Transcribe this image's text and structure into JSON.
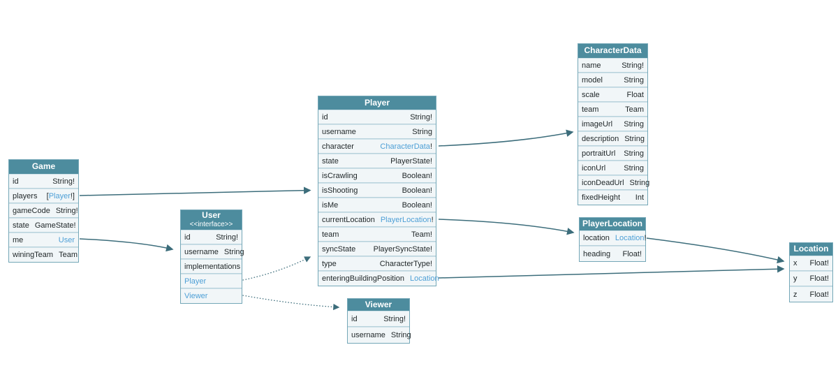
{
  "diagram": {
    "kind": "graphql-schema-class-diagram",
    "colors": {
      "header_bg": "#4d8c9e",
      "header_text": "#ffffff",
      "row_bg": "#f1f6f8",
      "row_border": "#b8d2dc",
      "table_border": "#74a7b7",
      "link_text": "#4d9fd6",
      "arrow": "#3c6d7b",
      "field_text": "#1e2527"
    }
  },
  "tables": [
    {
      "id": "game",
      "title": "Game",
      "fields": [
        {
          "name": "id",
          "type": "String!"
        },
        {
          "name": "players",
          "type": "[Player!]",
          "link": "Player"
        },
        {
          "name": "gameCode",
          "type": "String!"
        },
        {
          "name": "state",
          "type": "GameState!"
        },
        {
          "name": "me",
          "type": "User",
          "link": "User"
        },
        {
          "name": "winingTeam",
          "type": "Team"
        }
      ]
    },
    {
      "id": "user",
      "title": "User",
      "subtitle": "<<interface>>",
      "fields": [
        {
          "name": "id",
          "type": "String!"
        },
        {
          "name": "username",
          "type": "String"
        },
        {
          "name": "implementations",
          "type": "",
          "kind": "section"
        },
        {
          "name": "Player",
          "type": "",
          "kind": "link-row"
        },
        {
          "name": "Viewer",
          "type": "",
          "kind": "link-row"
        }
      ]
    },
    {
      "id": "player",
      "title": "Player",
      "fields": [
        {
          "name": "id",
          "type": "String!"
        },
        {
          "name": "username",
          "type": "String"
        },
        {
          "name": "character",
          "type": "CharacterData!",
          "link": "CharacterData"
        },
        {
          "name": "state",
          "type": "PlayerState!"
        },
        {
          "name": "isCrawling",
          "type": "Boolean!"
        },
        {
          "name": "isShooting",
          "type": "Boolean!"
        },
        {
          "name": "isMe",
          "type": "Boolean!"
        },
        {
          "name": "currentLocation",
          "type": "PlayerLocation!",
          "link": "PlayerLocation"
        },
        {
          "name": "team",
          "type": "Team!"
        },
        {
          "name": "syncState",
          "type": "PlayerSyncState!"
        },
        {
          "name": "type",
          "type": "CharacterType!"
        },
        {
          "name": "enteringBuildingPosition",
          "type": "Location",
          "link": "Location"
        }
      ]
    },
    {
      "id": "viewer",
      "title": "Viewer",
      "fields": [
        {
          "name": "id",
          "type": "String!"
        },
        {
          "name": "username",
          "type": "String"
        }
      ]
    },
    {
      "id": "characterdata",
      "title": "CharacterData",
      "fields": [
        {
          "name": "name",
          "type": "String!"
        },
        {
          "name": "model",
          "type": "String"
        },
        {
          "name": "scale",
          "type": "Float"
        },
        {
          "name": "team",
          "type": "Team"
        },
        {
          "name": "imageUrl",
          "type": "String"
        },
        {
          "name": "description",
          "type": "String"
        },
        {
          "name": "portraitUrl",
          "type": "String"
        },
        {
          "name": "iconUrl",
          "type": "String"
        },
        {
          "name": "iconDeadUrl",
          "type": "String"
        },
        {
          "name": "fixedHeight",
          "type": "Int"
        }
      ]
    },
    {
      "id": "playerlocation",
      "title": "PlayerLocation",
      "fields": [
        {
          "name": "location",
          "type": "Location!",
          "link": "Location"
        },
        {
          "name": "heading",
          "type": "Float!"
        }
      ]
    },
    {
      "id": "location",
      "title": "Location",
      "fields": [
        {
          "name": "x",
          "type": "Float!"
        },
        {
          "name": "y",
          "type": "Float!"
        },
        {
          "name": "z",
          "type": "Float!"
        }
      ]
    }
  ],
  "edges": [
    {
      "from": "Game.players",
      "to": "Player",
      "style": "solid"
    },
    {
      "from": "Game.me",
      "to": "User",
      "style": "solid"
    },
    {
      "from": "User.Player",
      "to": "Player",
      "style": "dotted"
    },
    {
      "from": "User.Viewer",
      "to": "Viewer",
      "style": "dotted"
    },
    {
      "from": "Player.character",
      "to": "CharacterData",
      "style": "solid"
    },
    {
      "from": "Player.currentLocation",
      "to": "PlayerLocation",
      "style": "solid"
    },
    {
      "from": "Player.enteringBuildingPosition",
      "to": "Location",
      "style": "solid"
    },
    {
      "from": "PlayerLocation.location",
      "to": "Location",
      "style": "solid"
    }
  ]
}
